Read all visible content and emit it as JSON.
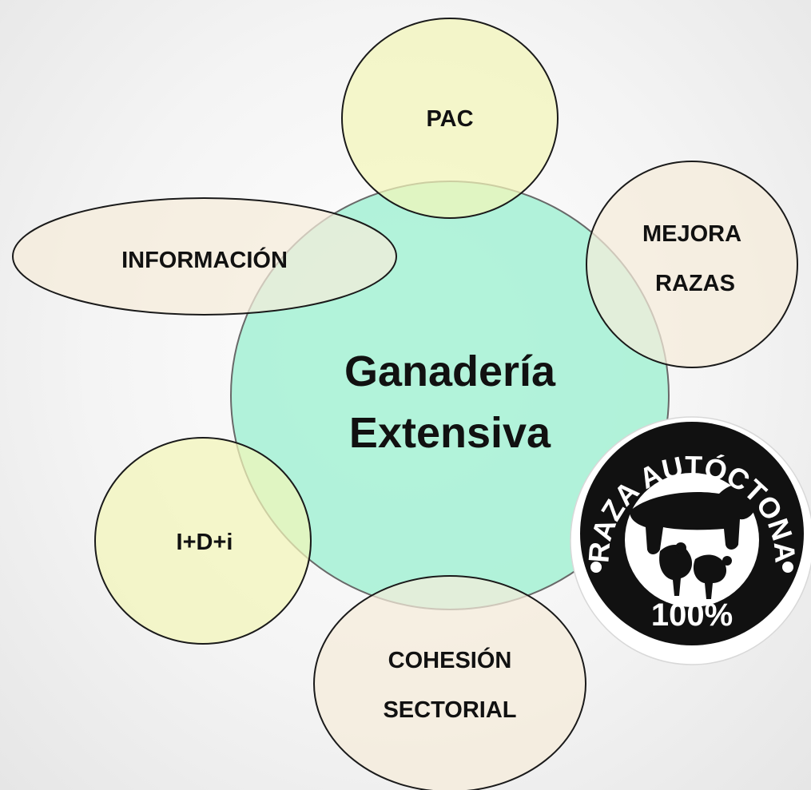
{
  "diagram": {
    "center": {
      "lines": [
        "Ganadería",
        "Extensiva"
      ],
      "fill": "#a8f2d6"
    },
    "satellites": [
      {
        "id": "pac",
        "lines": [
          "PAC"
        ],
        "fill": "#f3f5b8"
      },
      {
        "id": "mejora-razas",
        "lines": [
          "MEJORA",
          "RAZAS"
        ],
        "fill": "#f5ecda"
      },
      {
        "id": "informacion",
        "lines": [
          "INFORMACIÓN"
        ],
        "fill": "#f5ecda"
      },
      {
        "id": "idi",
        "lines": [
          "I+D+i"
        ],
        "fill": "#f3f5b8"
      },
      {
        "id": "cohesion-sectorial",
        "lines": [
          "COHESIÓN",
          "SECTORIAL"
        ],
        "fill": "#f5ecda"
      }
    ],
    "outline_color": "#1a1a1a"
  },
  "badge": {
    "arc_text": "RAZA AUTÓCTONA",
    "percent_text": "100%",
    "fill": "#111111"
  }
}
